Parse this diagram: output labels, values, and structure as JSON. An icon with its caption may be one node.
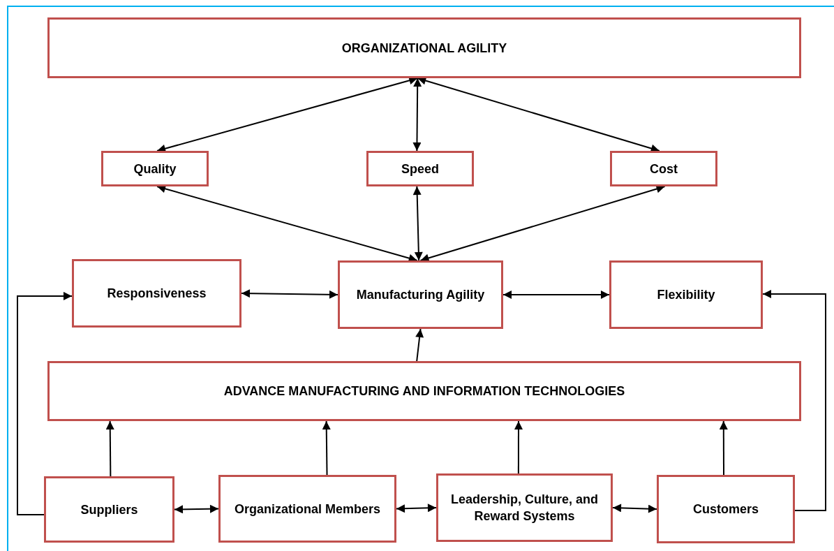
{
  "diagram": {
    "nodes": [
      {
        "text": [
          "ORGANIZATIONAL AGILITY"
        ]
      },
      {
        "text": [
          "Quality"
        ]
      },
      {
        "text": [
          "Speed"
        ]
      },
      {
        "text": [
          "Cost"
        ]
      },
      {
        "text": [
          "Responsiveness"
        ]
      },
      {
        "text": [
          "Manufacturing Agility"
        ]
      },
      {
        "text": [
          "Flexibility"
        ]
      },
      {
        "text": [
          "ADVANCE MANUFACTURING AND INFORMATION TECHNOLOGIES"
        ]
      },
      {
        "text": [
          "Suppliers"
        ]
      },
      {
        "text": [
          "Organizational Members"
        ]
      },
      {
        "text": [
          "Leadership, Culture, and Reward Systems"
        ]
      },
      {
        "text": [
          "Customers"
        ]
      }
    ],
    "edges": [
      {
        "from": 0,
        "to": 1,
        "arrow": "both"
      },
      {
        "from": 0,
        "to": 2,
        "arrow": "both"
      },
      {
        "from": 0,
        "to": 3,
        "arrow": "both"
      },
      {
        "from": 1,
        "to": 5,
        "arrow": "both"
      },
      {
        "from": 2,
        "to": 5,
        "arrow": "both"
      },
      {
        "from": 3,
        "to": 5,
        "arrow": "both"
      },
      {
        "from": 4,
        "to": 5,
        "arrow": "both"
      },
      {
        "from": 5,
        "to": 6,
        "arrow": "both"
      },
      {
        "from": 7,
        "to": 5,
        "arrow": "to"
      },
      {
        "from": 8,
        "to": 7,
        "arrow": "to"
      },
      {
        "from": 9,
        "to": 7,
        "arrow": "to"
      },
      {
        "from": 10,
        "to": 7,
        "arrow": "to"
      },
      {
        "from": 11,
        "to": 7,
        "arrow": "to"
      },
      {
        "from": 8,
        "to": 9,
        "arrow": "both"
      },
      {
        "from": 9,
        "to": 10,
        "arrow": "both"
      },
      {
        "from": 10,
        "to": 11,
        "arrow": "both"
      },
      {
        "from": 8,
        "to": 4,
        "arrow": "to"
      },
      {
        "from": 11,
        "to": 6,
        "arrow": "to"
      }
    ]
  }
}
